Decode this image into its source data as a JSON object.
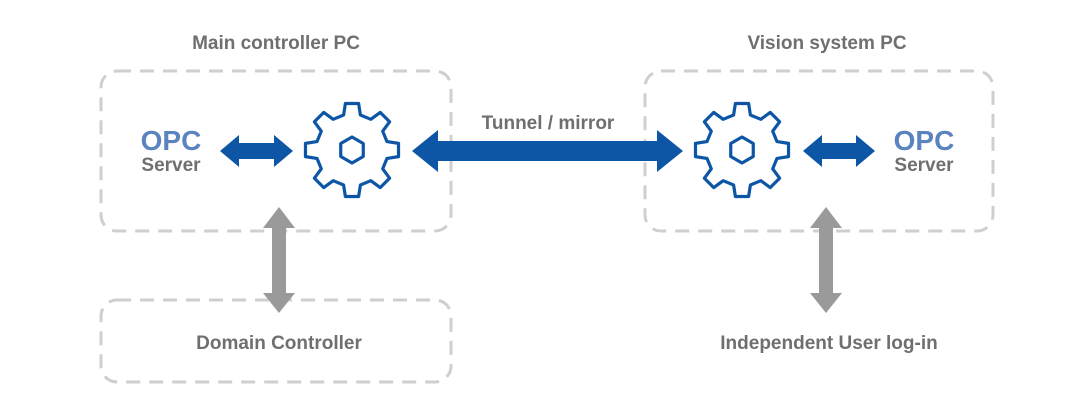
{
  "colors": {
    "accent_blue": "#0d56a6",
    "opc_blue": "#5b83bf",
    "label_gray": "#6f6f6f",
    "box_border": "#cfcfcf",
    "vertical_arrow": "#9a9a9a"
  },
  "main_pc": {
    "title": "Main controller PC",
    "opc_label": "OPC",
    "server_label": "Server",
    "icon": "gear-icon"
  },
  "vision_pc": {
    "title": "Vision system PC",
    "opc_label": "OPC",
    "server_label": "Server",
    "icon": "gear-icon"
  },
  "link": {
    "label": "Tunnel / mirror"
  },
  "domain_controller": {
    "label": "Domain Controller"
  },
  "independent_login": {
    "label": "Independent User log-in"
  }
}
